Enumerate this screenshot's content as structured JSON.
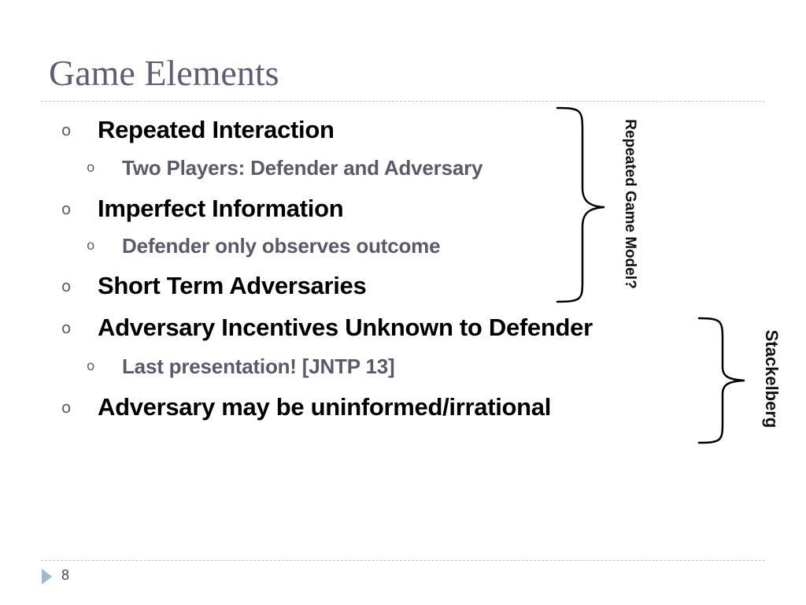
{
  "slide": {
    "title": "Game Elements",
    "page_number": "8"
  },
  "bullets": [
    {
      "level": 1,
      "marker": "o",
      "text": "Repeated Interaction"
    },
    {
      "level": 2,
      "marker": "o",
      "text": "Two Players: Defender and Adversary"
    },
    {
      "level": 1,
      "marker": "o",
      "text": "Imperfect Information"
    },
    {
      "level": 2,
      "marker": "o",
      "text": "Defender only observes outcome"
    },
    {
      "level": 1,
      "marker": "o",
      "text": "Short Term Adversaries"
    },
    {
      "level": 1,
      "marker": "o",
      "text": "Adversary Incentives Unknown to Defender"
    },
    {
      "level": 2,
      "marker": "o",
      "text": "Last presentation! [JNTP 13]"
    },
    {
      "level": 1,
      "marker": "o",
      "text": "Adversary may be uninformed/irrational"
    }
  ],
  "annotations": {
    "repeated_game_label": "Repeated Game Model?",
    "stackelberg_label": "Stackelberg"
  },
  "colors": {
    "title": "#5b5e74",
    "level1_text": "#000000",
    "level2_text": "#5a5b6a",
    "rule": "#b9c8d3",
    "nav_arrow": "#9fb9d1"
  }
}
